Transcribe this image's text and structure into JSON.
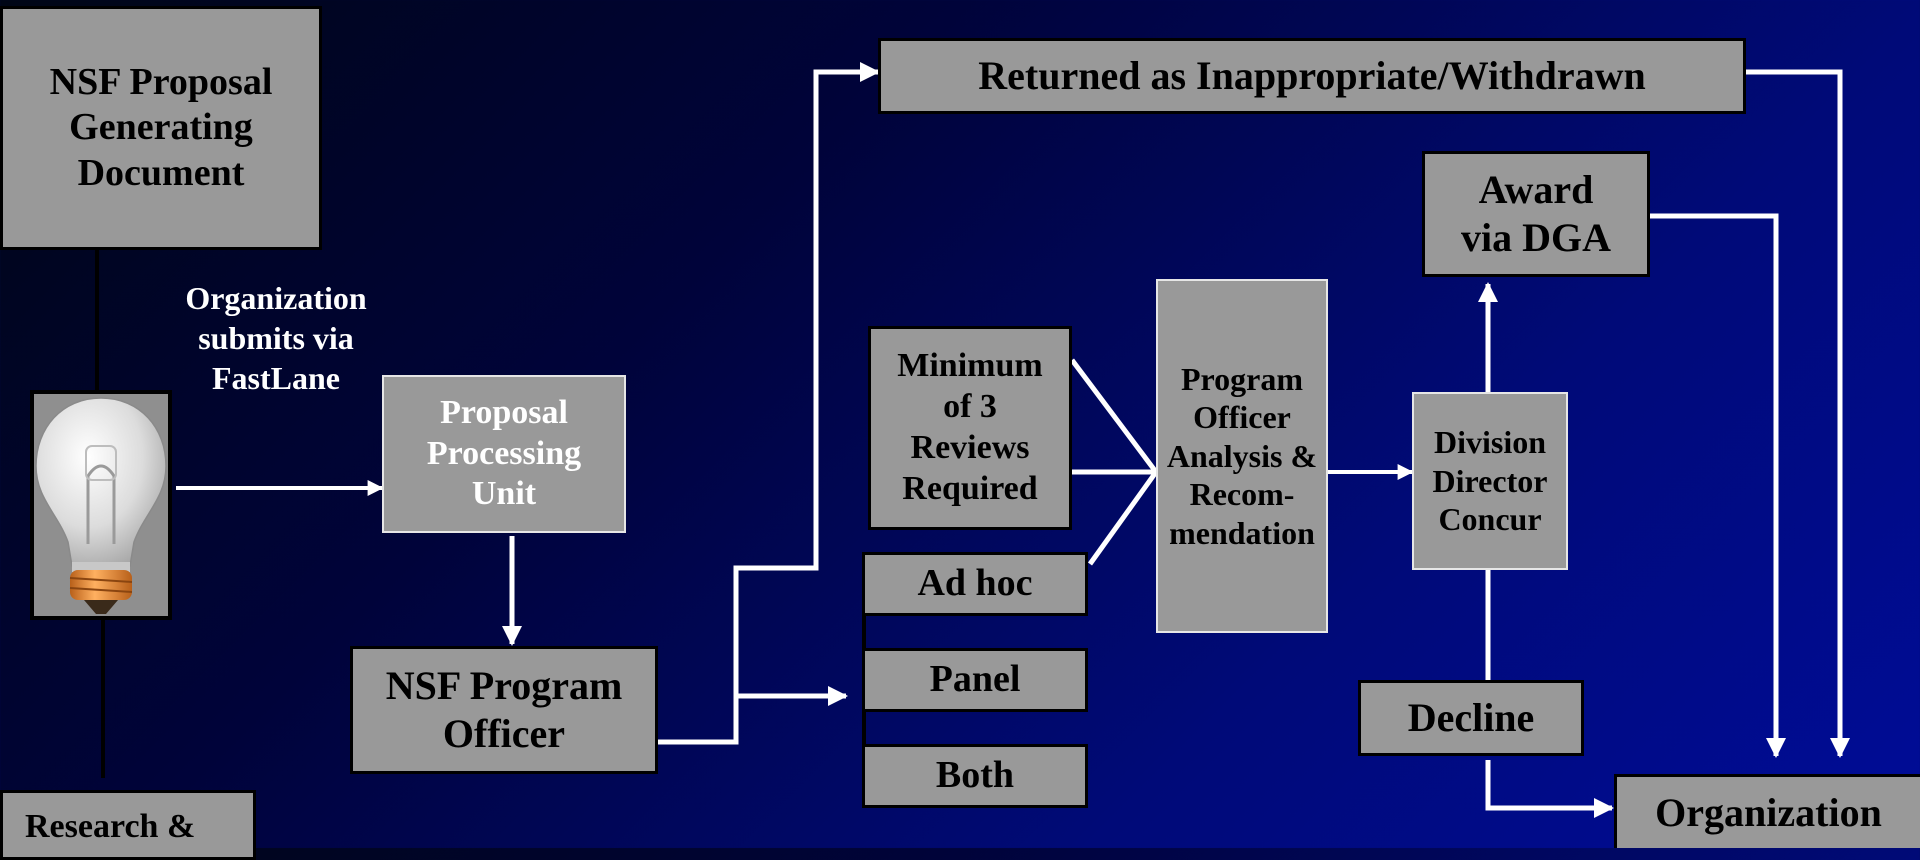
{
  "boxes": {
    "nsf_doc": "NSF Proposal Generating Document",
    "research": "Research &",
    "proposal_processing": "Proposal Processing Unit",
    "nsf_program_officer": "NSF Program Officer",
    "returned": "Returned as Inappropriate/Withdrawn",
    "min_reviews": "Minimum of 3 Reviews Required",
    "ad_hoc": "Ad hoc",
    "panel": "Panel",
    "both": "Both",
    "po_analysis": "Program Officer Analysis & Recom-mendation",
    "division_director": "Division Director Concur",
    "award": "Award via DGA",
    "decline": "Decline",
    "organization": "Organization"
  },
  "labels": {
    "submits": "Organization submits via FastLane"
  },
  "icons": {
    "bulb": "lightbulb-icon"
  },
  "colors": {
    "box_fill": "#999999",
    "arrows": "#ffffff"
  }
}
